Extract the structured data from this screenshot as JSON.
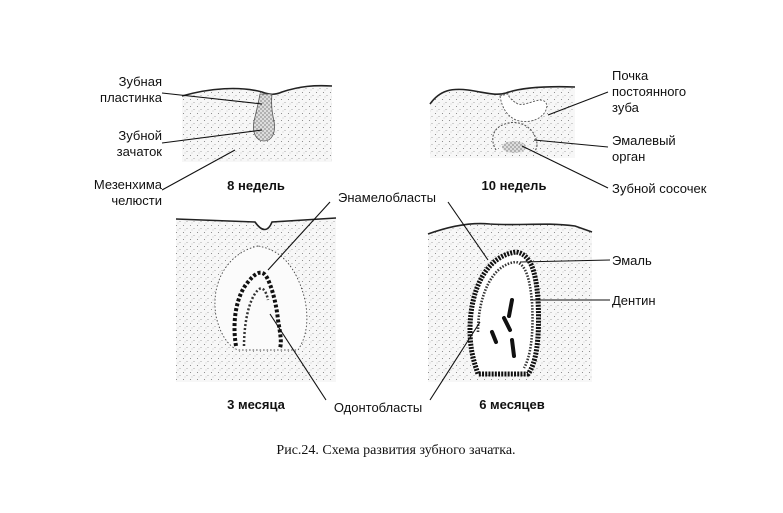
{
  "stages": {
    "s1": "8 недель",
    "s2": "10 недель",
    "s3": "3 месяца",
    "s4": "6 месяцев"
  },
  "labels": {
    "dental_lamina": [
      "Зубная",
      "пластинка"
    ],
    "tooth_germ": [
      "Зубной",
      "зачаток"
    ],
    "jaw_mesenchyme": [
      "Мезенхима",
      "челюсти"
    ],
    "permanent_bud": [
      "Почка",
      "постоянного",
      "зуба"
    ],
    "enamel_organ": [
      "Эмалевый",
      "орган"
    ],
    "dental_papilla": "Зубной сосочек",
    "ameloblasts": "Энамелобласты",
    "enamel": "Эмаль",
    "dentin": "Дентин",
    "odontoblasts": "Одонтобласты"
  },
  "caption": "Рис.24. Схема развития зубного зачатка."
}
